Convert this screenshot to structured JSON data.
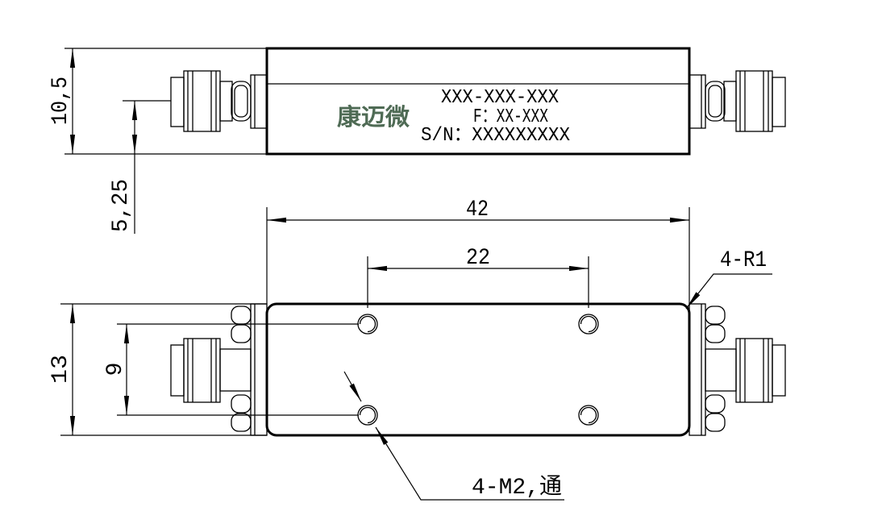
{
  "label": {
    "part_number": "XXX-XXX-XXX",
    "frequency": "F：XX-XXX",
    "serial": "S/N：XXXXXXXXX",
    "logo": "康迈微"
  },
  "dimensions": {
    "height": "10,5",
    "center_height": "5,25",
    "length": "42",
    "hole_spacing_x": "22",
    "width": "13",
    "hole_spacing_y": "9"
  },
  "callouts": {
    "corner_radius": "4-R1",
    "mounting_holes": "4-M2,通"
  },
  "colors": {
    "logo": "#4f6b55",
    "line": "#000000"
  }
}
